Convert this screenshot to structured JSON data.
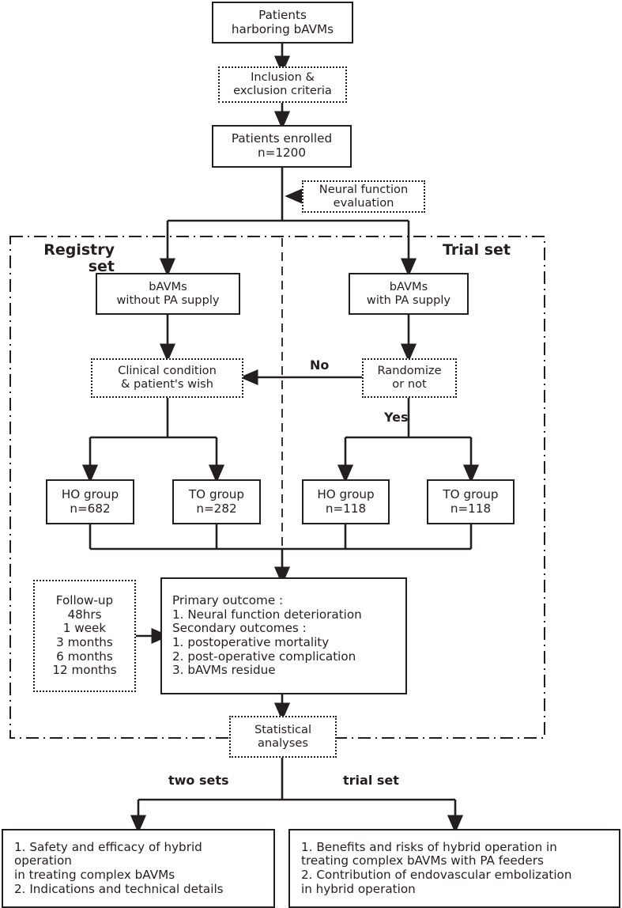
{
  "diagram": {
    "title": "bAVM hybrid operation trial flowchart",
    "line_color": "#231f20",
    "background": "#ffffff"
  },
  "nodes": {
    "patients_harboring": {
      "line1": "Patients",
      "line2": "harboring bAVMs"
    },
    "inclusion": {
      "line1": "Inclusion &",
      "line2": "exclusion criteria"
    },
    "enrolled": {
      "line1": "Patients enrolled",
      "line2": "n=1200"
    },
    "neural_eval": {
      "line1": "Neural function",
      "line2": "evaluation"
    },
    "bavms_without": {
      "line1": "bAVMs",
      "line2": "without PA supply"
    },
    "bavms_with": {
      "line1": "bAVMs",
      "line2": "with PA supply"
    },
    "clinical_condition": {
      "line1": "Clinical condition",
      "line2": "& patient's wish"
    },
    "randomize": {
      "line1": "Randomize",
      "line2": "or not"
    },
    "reg_ho": {
      "line1": "HO group",
      "line2": "n=682"
    },
    "reg_to": {
      "line1": "TO group",
      "line2": "n=282"
    },
    "trial_ho": {
      "line1": "HO group",
      "line2": "n=118"
    },
    "trial_to": {
      "line1": "TO group",
      "line2": "n=118"
    },
    "followup": {
      "lines": [
        "Follow-up",
        "48hrs",
        "1 week",
        "3 months",
        "6 months",
        "12 months"
      ]
    },
    "outcomes": {
      "lines": [
        "Primary outcome :",
        "1. Neural function deterioration",
        "Secondary outcomes :",
        "1. postoperative mortality",
        "2. post-operative complication",
        "3. bAVMs residue"
      ]
    },
    "statistical": {
      "line1": "Statistical",
      "line2": "analyses"
    },
    "conclusion_left": {
      "lines": [
        "1. Safety and efficacy of hybrid",
        "operation",
        "in treating complex bAVMs",
        "2. Indications and technical details"
      ]
    },
    "conclusion_right": {
      "lines": [
        "1. Benefits and risks of hybrid operation in",
        "treating complex bAVMs with PA feeders",
        "2. Contribution of endovascular embolization",
        "in hybrid operation"
      ]
    }
  },
  "labels": {
    "registry_set": "Registry\nset",
    "trial_set": "Trial set",
    "no": "No",
    "yes": "Yes",
    "two_sets": "two sets",
    "trial_set_edge": "trial set"
  },
  "chart_data": {
    "type": "table",
    "counts": [
      {
        "group": "Patients enrolled",
        "n": 1200
      },
      {
        "group": "Registry set HO group",
        "n": 682
      },
      {
        "group": "Registry set TO group",
        "n": 282
      },
      {
        "group": "Trial set HO group",
        "n": 118
      },
      {
        "group": "Trial set TO group",
        "n": 118
      }
    ],
    "followup_times": [
      "48hrs",
      "1 week",
      "3 months",
      "6 months",
      "12 months"
    ]
  }
}
